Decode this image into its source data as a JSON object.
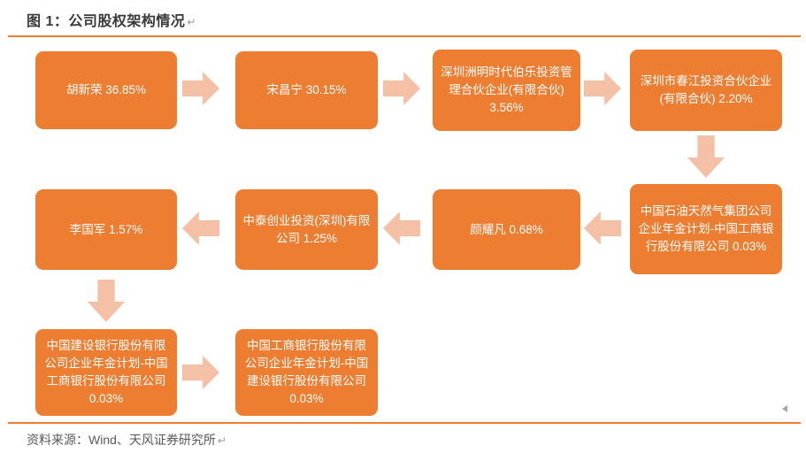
{
  "figure": {
    "title": "图 1：公司股权架构情况",
    "title_mark": "↵",
    "source": "资料来源：Wind、天风证券研究所",
    "source_mark": "↵"
  },
  "colors": {
    "box": "#ED7D31",
    "arrow": "#F5C1A6",
    "rule": "#ED7D31",
    "title_text": "#3A3A3A",
    "source_text": "#595959",
    "marker": "#8C8C8C"
  },
  "nodes": [
    {
      "name": "胡新荣",
      "stake": "36.85%",
      "label": "胡新荣 36.85%"
    },
    {
      "name": "宋昌宁",
      "stake": "30.15%",
      "label": "宋昌宁 30.15%"
    },
    {
      "name": "深圳洲明时代伯乐投资管理合伙企业(有限合伙)",
      "stake": "3.56%",
      "label": "深圳洲明时代伯乐投资管理合伙企业(有限合伙) 3.56%"
    },
    {
      "name": "深圳市春江投资合伙企业(有限合伙)",
      "stake": "2.20%",
      "label": "深圳市春江投资合伙企业(有限合伙) 2.20%"
    },
    {
      "name": "中国石油天然气集团公司企业年金计划-中国工商银行股份有限公司",
      "stake": "0.03%",
      "label": "中国石油天然气集团公司企业年金计划-中国工商银行股份有限公司 0.03%"
    },
    {
      "name": "颜耀凡",
      "stake": "0.68%",
      "label": "颜耀凡 0.68%"
    },
    {
      "name": "中泰创业投资(深圳)有限公司",
      "stake": "1.25%",
      "label": "中泰创业投资(深圳)有限公司 1.25%"
    },
    {
      "name": "李国军",
      "stake": "1.57%",
      "label": "李国军 1.57%"
    },
    {
      "name": "中国建设银行股份有限公司企业年金计划-中国工商银行股份有限公司",
      "stake": "0.03%",
      "label": "中国建设银行股份有限公司企业年金计划-中国工商银行股份有限公司 0.03%"
    },
    {
      "name": "中国工商银行股份有限公司企业年金计划-中国建设银行股份有限公司",
      "stake": "0.03%",
      "label": "中国工商银行股份有限公司企业年金计划-中国建设银行股份有限公司 0.03%"
    }
  ]
}
